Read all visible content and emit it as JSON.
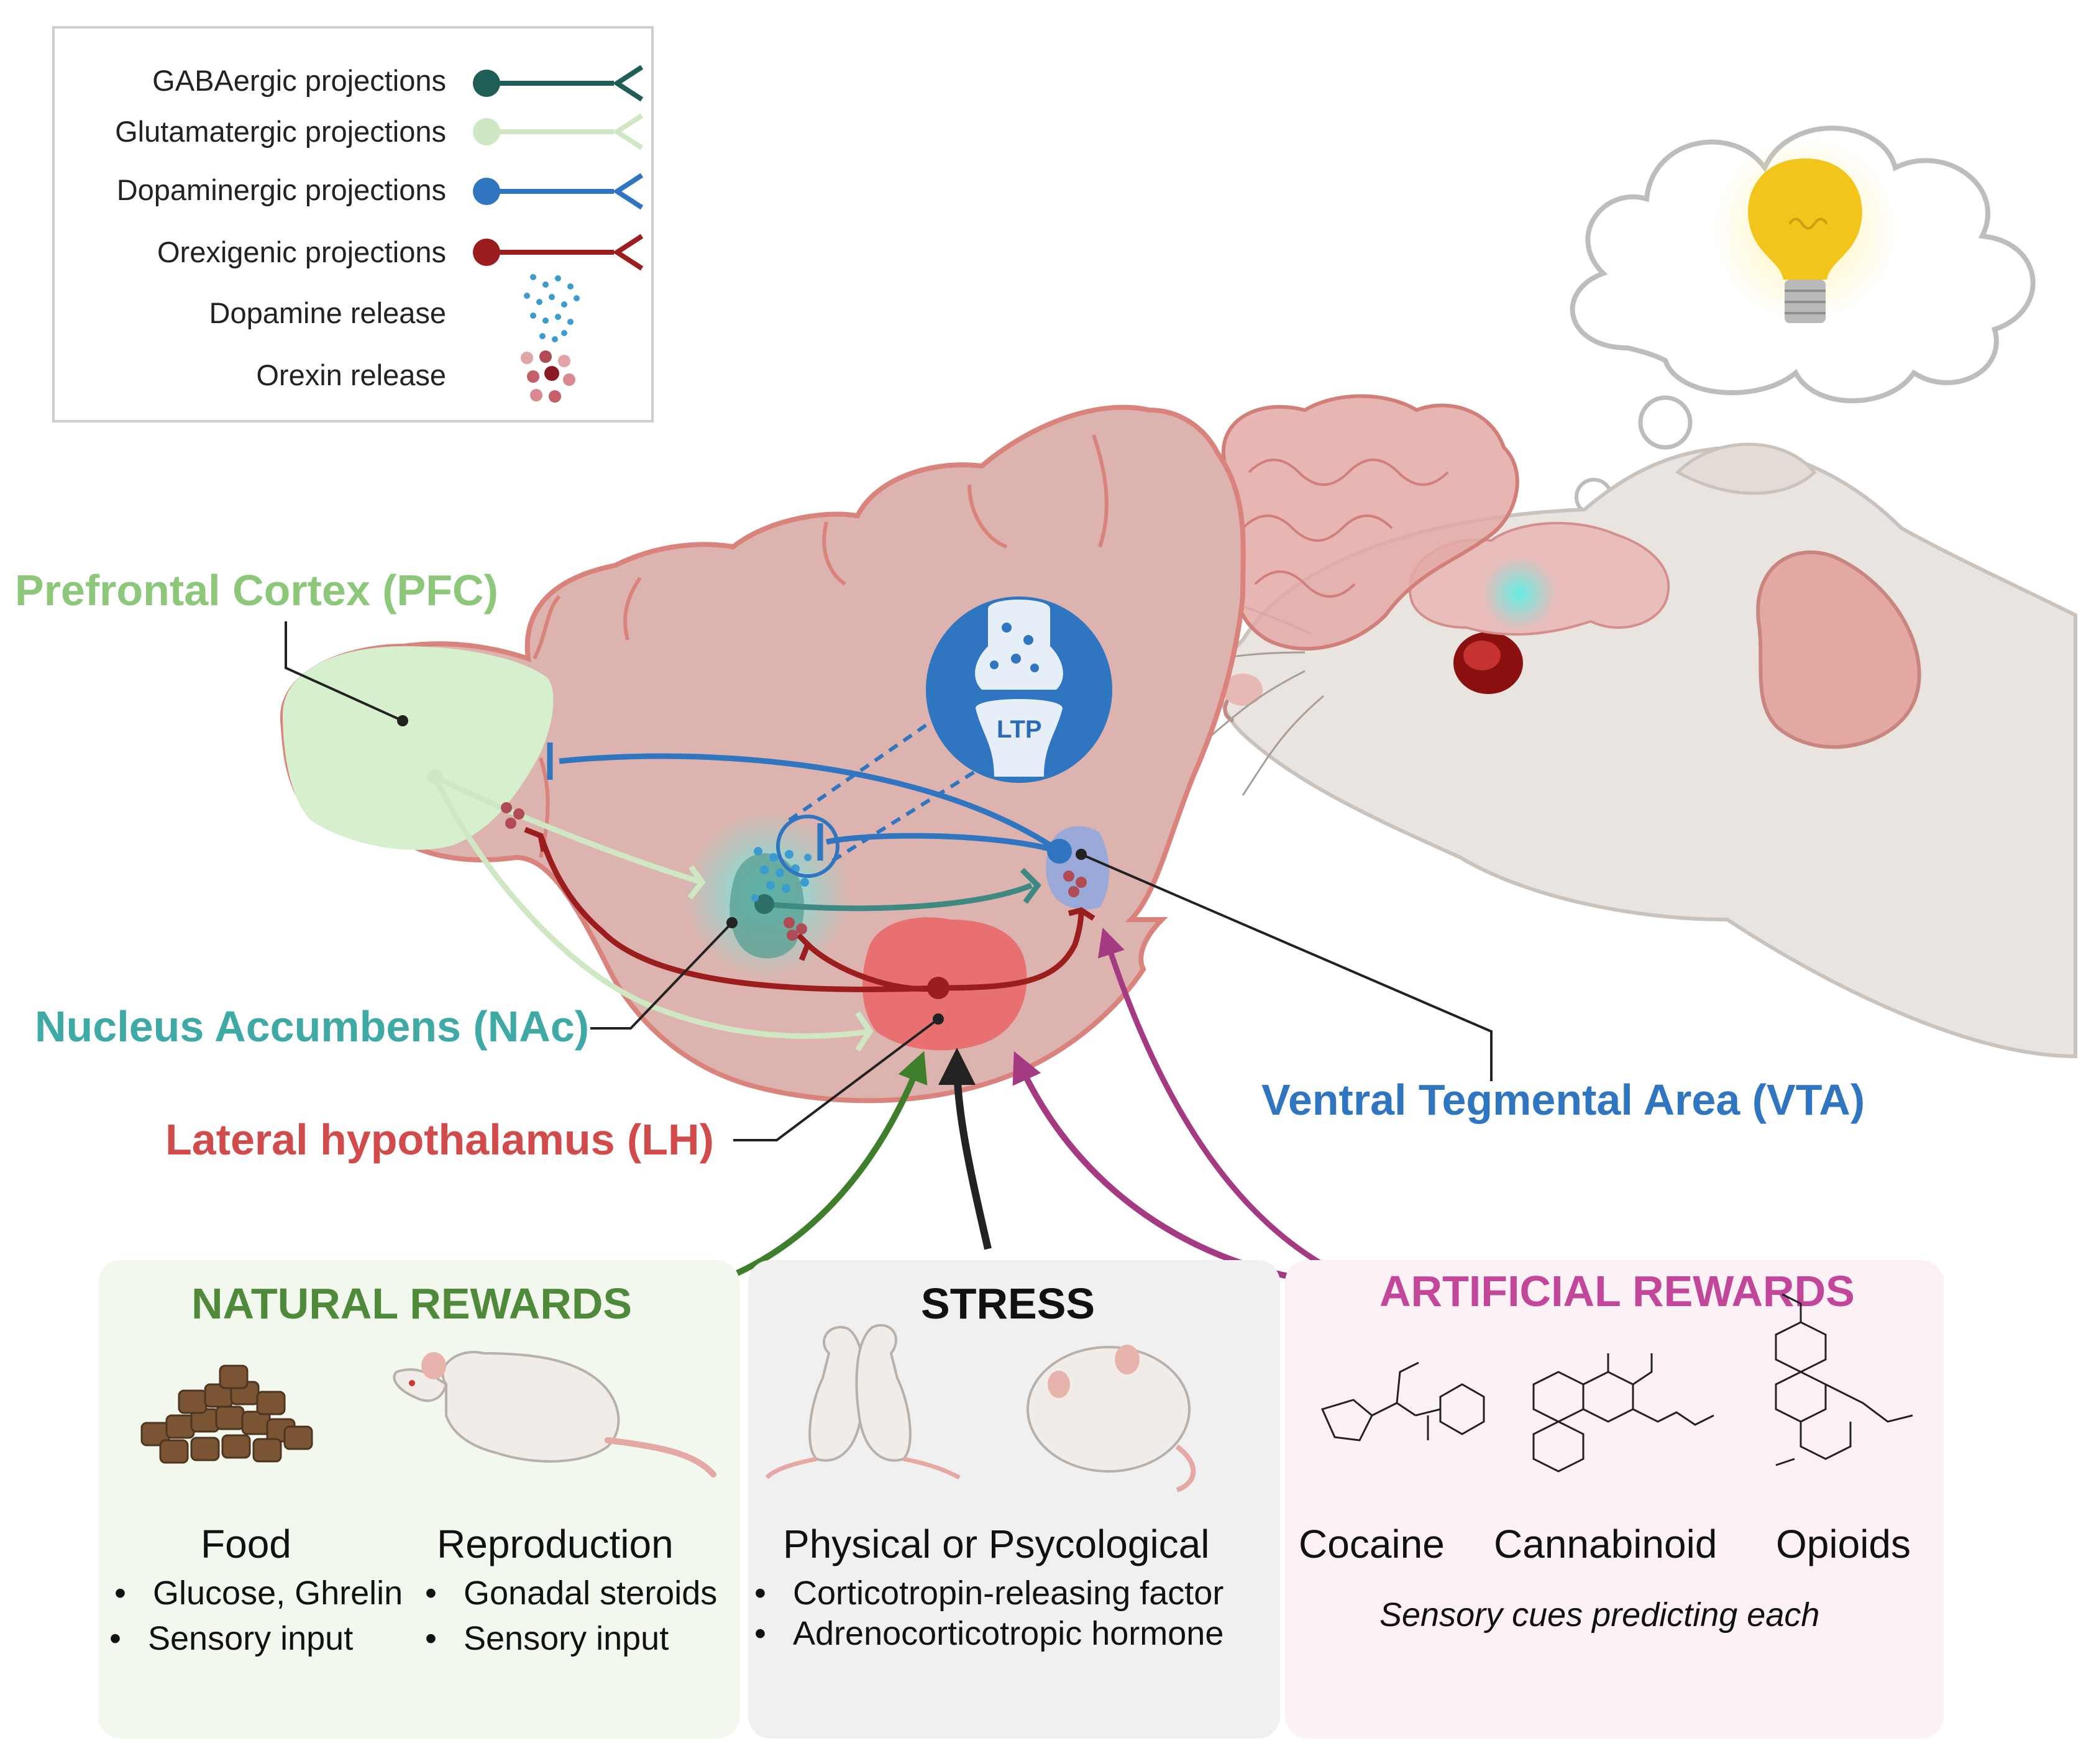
{
  "legend": {
    "items": [
      {
        "label": "GABAergic projections",
        "kind": "line",
        "color": "#1e5e56"
      },
      {
        "label": "Glutamatergic projections",
        "kind": "line",
        "color": "#cfe8c3"
      },
      {
        "label": "Dopaminergic projections",
        "kind": "line",
        "color": "#2f75c0"
      },
      {
        "label": "Orexigenic projections",
        "kind": "line",
        "color": "#9c1d1d"
      },
      {
        "label": "Dopamine release",
        "kind": "dots",
        "color": "#3a9cd0"
      },
      {
        "label": "Orexin release",
        "kind": "dots",
        "color": "#b04a55"
      }
    ]
  },
  "regions": {
    "pfc": {
      "label": "Prefrontal Cortex (PFC)",
      "color": "#8cc77a"
    },
    "nac": {
      "label": "Nucleus Accumbens (NAc)",
      "color": "#3fa9a6"
    },
    "lh": {
      "label": "Lateral hypothalamus (LH)",
      "color": "#d24b4b"
    },
    "vta": {
      "label": "Ventral Tegmental Area (VTA)",
      "color": "#2f75c0"
    }
  },
  "synapse": {
    "label": "LTP"
  },
  "panels": {
    "natural": {
      "title": "NATURAL REWARDS",
      "color": "#4e8a3a",
      "items": [
        {
          "title": "Food",
          "bullets": [
            "Glucose, Ghrelin",
            "Sensory input"
          ]
        },
        {
          "title": "Reproduction",
          "bullets": [
            "Gonadal steroids",
            "Sensory input"
          ]
        }
      ]
    },
    "stress": {
      "title": "STRESS",
      "color": "#111111",
      "items": [
        {
          "title": "Physical or Psycological",
          "bullets": [
            "Corticotropin-releasing factor",
            "Adrenocorticotropic hormone"
          ]
        }
      ]
    },
    "artificial": {
      "title": "ARTIFICIAL REWARDS",
      "color": "#c2479b",
      "items": [
        {
          "title": "Cocaine"
        },
        {
          "title": "Cannabinoid"
        },
        {
          "title": "Opioids"
        }
      ],
      "note": "Sensory cues predicting each"
    }
  },
  "colors": {
    "brain_fill": "#dcb3ae",
    "brain_stroke": "#d9837c",
    "pfc_fill": "#d6efcd",
    "lh_fill": "#e87070",
    "rat_fill": "#e9e4e0",
    "bulb": "#f3c51b"
  }
}
